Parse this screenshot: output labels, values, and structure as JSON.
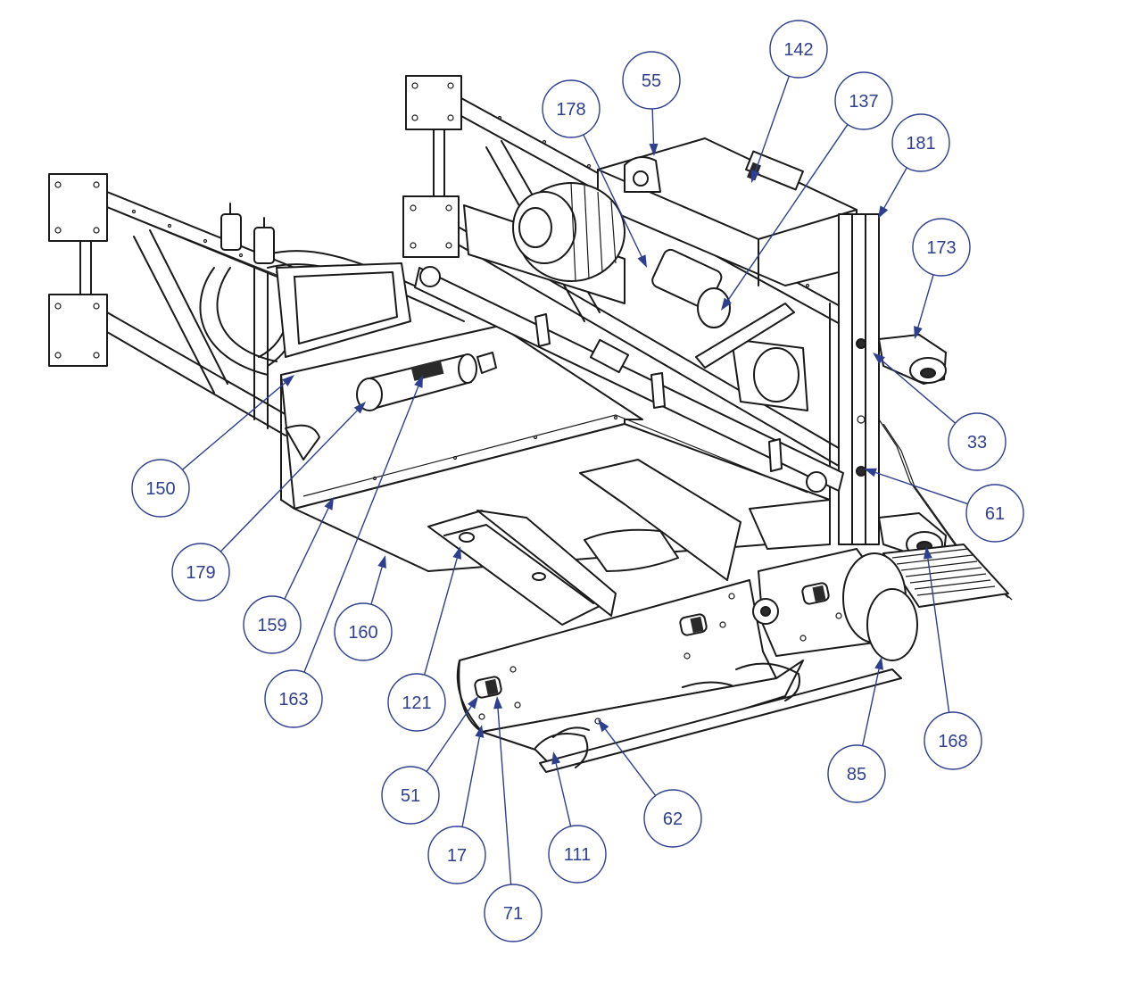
{
  "diagram": {
    "colors": {
      "callout": "#2e3f8f",
      "line": "#1a1a1a",
      "background": "#ffffff"
    },
    "callouts": [
      {
        "id": "c142",
        "label": "142"
      },
      {
        "id": "c55",
        "label": "55"
      },
      {
        "id": "c137",
        "label": "137"
      },
      {
        "id": "c178",
        "label": "178"
      },
      {
        "id": "c181",
        "label": "181"
      },
      {
        "id": "c173",
        "label": "173"
      },
      {
        "id": "c33",
        "label": "33"
      },
      {
        "id": "c61",
        "label": "61"
      },
      {
        "id": "c150",
        "label": "150"
      },
      {
        "id": "c179",
        "label": "179"
      },
      {
        "id": "c159",
        "label": "159"
      },
      {
        "id": "c160",
        "label": "160"
      },
      {
        "id": "c163",
        "label": "163"
      },
      {
        "id": "c121",
        "label": "121"
      },
      {
        "id": "c168",
        "label": "168"
      },
      {
        "id": "c85",
        "label": "85"
      },
      {
        "id": "c51",
        "label": "51"
      },
      {
        "id": "c62",
        "label": "62"
      },
      {
        "id": "c17",
        "label": "17"
      },
      {
        "id": "c111",
        "label": "111"
      },
      {
        "id": "c71",
        "label": "71"
      }
    ]
  }
}
